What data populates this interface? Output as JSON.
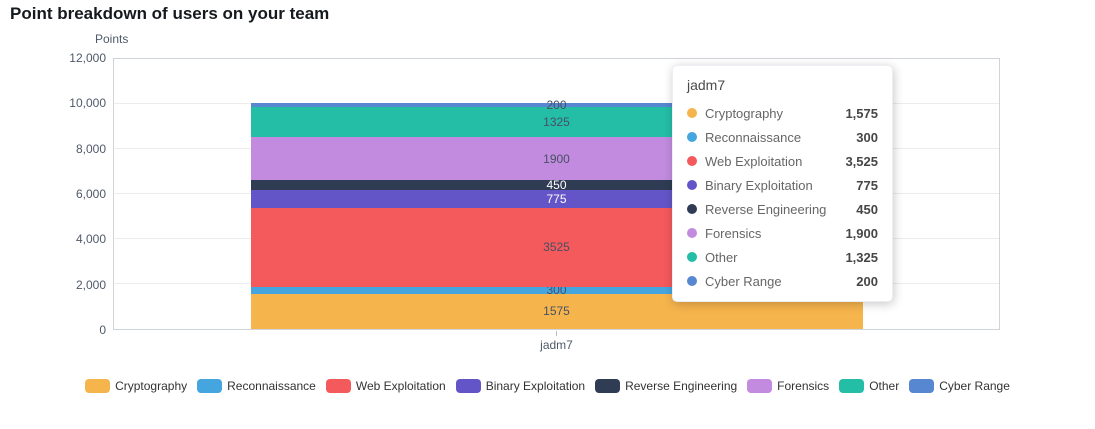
{
  "page": {
    "title": "Point breakdown of users on your team"
  },
  "chart_data": {
    "type": "bar",
    "stacked": true,
    "title": "Point breakdown of users on your team",
    "ylabel": "Points",
    "xlabel": "",
    "categories": [
      "jadm7"
    ],
    "ylim": [
      0,
      12000
    ],
    "y_tick_labels": [
      "0",
      "2,000",
      "4,000",
      "6,000",
      "8,000",
      "10,000",
      "12,000"
    ],
    "grid": true,
    "legend_position": "bottom",
    "total": 10050,
    "series": [
      {
        "name": "Cryptography",
        "values": [
          1575
        ],
        "formatted": "1,575",
        "bar_label": "1575",
        "color": "#F6B44D",
        "label_color": "#475063"
      },
      {
        "name": "Reconnaissance",
        "values": [
          300
        ],
        "formatted": "300",
        "bar_label": "300",
        "color": "#45A5DE",
        "label_color": "#475063"
      },
      {
        "name": "Web Exploitation",
        "values": [
          3525
        ],
        "formatted": "3,525",
        "bar_label": "3525",
        "color": "#F4595C",
        "label_color": "#475063"
      },
      {
        "name": "Binary Exploitation",
        "values": [
          775
        ],
        "formatted": "775",
        "bar_label": "775",
        "color": "#6355C8",
        "label_color": "#FFFFFF"
      },
      {
        "name": "Reverse Engineering",
        "values": [
          450
        ],
        "formatted": "450",
        "bar_label": "450",
        "color": "#2F3C54",
        "label_color": "#FFFFFF"
      },
      {
        "name": "Forensics",
        "values": [
          1900
        ],
        "formatted": "1,900",
        "bar_label": "1900",
        "color": "#C28BDF",
        "label_color": "#475063"
      },
      {
        "name": "Other",
        "values": [
          1325
        ],
        "formatted": "1,325",
        "bar_label": "1325",
        "color": "#24BEA6",
        "label_color": "#475063"
      },
      {
        "name": "Cyber Range",
        "values": [
          200
        ],
        "formatted": "200",
        "bar_label": "200",
        "color": "#5787D1",
        "label_color": "#475063"
      }
    ]
  },
  "tooltip": {
    "title": "jadm7"
  },
  "x_axis": {
    "label": "jadm7"
  }
}
